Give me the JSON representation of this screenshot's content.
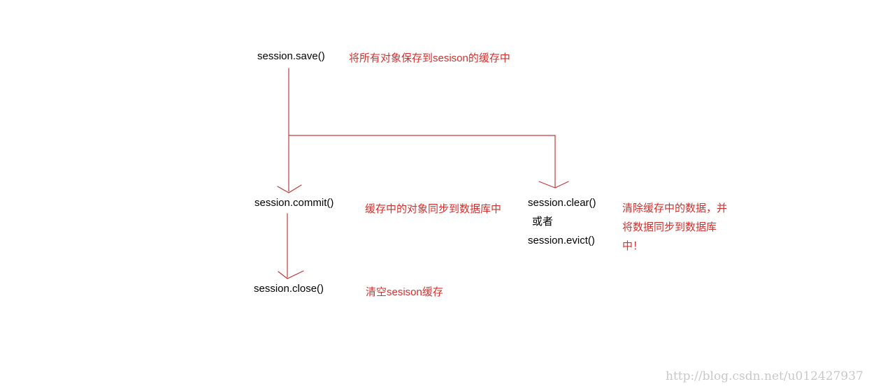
{
  "colors": {
    "line": "#c0393a",
    "annotation": "#d0302e",
    "method_text": "#000000",
    "watermark": "#c8c8c8"
  },
  "nodes": {
    "save": "session.save()",
    "commit": "session.commit()",
    "close": "session.close()",
    "clear": "session.clear()",
    "or": "或者",
    "evict": "session.evict()"
  },
  "annotations": {
    "save": "将所有对象保存到sesison的缓存中",
    "commit": "缓存中的对象同步到数据库中",
    "close": "清空sesison缓存",
    "clear_lines": [
      "清除缓存中的数据，并",
      "将数据同步到数据库",
      "中！"
    ]
  },
  "watermark": "http://blog.csdn.net/u012427937"
}
